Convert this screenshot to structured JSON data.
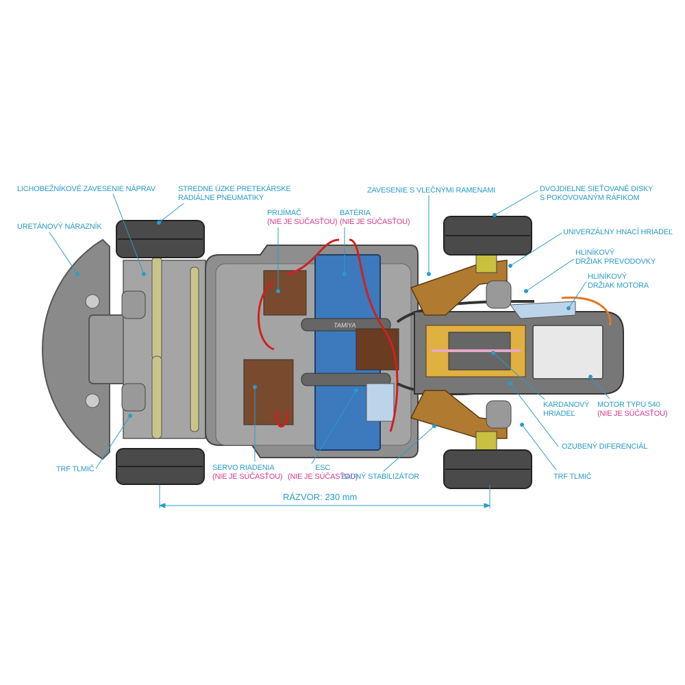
{
  "colors": {
    "label": "#2a9cc8",
    "not_included": "#d43a8c",
    "chassis": "#8e8e8e",
    "battery": "#3c79bd",
    "brown": "#b07a30"
  },
  "battery_logo": "TAMIYA",
  "labels": {
    "double_wishbone": "LICHOBEŽNÍKOVÉ ZAVESENIE NÁPRAV",
    "tires_1": "STREDNE ÚZKE PRETEKÁRSKE",
    "tires_2": "RADIÁLNE PNEUMATIKY",
    "bumper": "URETÁNOVÝ NÁRAZNÍK",
    "receiver": "PRIJÍMAČ",
    "battery": "BATÉRIA",
    "not_included": "(NIE JE SÚČASŤOU)",
    "trailing_arm": "ZAVESENIE S VLEČNÝMI RAMENAMI",
    "wheels_1": "DVOJDIELNE SIEŤOVANÉ DISKY",
    "wheels_2": "S POKOVOVANÝM RÁFIKOM",
    "driveshaft": "UNIVERZÁLNY HNACÍ HRIADEĽ",
    "gearbox_mount_1": "HLINÍKOVÝ",
    "gearbox_mount_2": "DRŽIAK PREVODOVKY",
    "motor_mount_1": "HLINÍKOVÝ",
    "motor_mount_2": "DRŽIAK MOTORA",
    "propshaft_1": "KARDANOVÝ",
    "propshaft_2": "HRIADEĽ",
    "motor": "MOTOR TYPU 540",
    "gear_diff": "OZUBENÝ DIFERENCIÁL",
    "damper": "TRF TLMIČ",
    "servo": "SERVO RIADENIA",
    "esc": "ESC",
    "stabilizer": "ZADNÝ STABILIZÁTOR",
    "wheelbase": "RÁZVOR: 230 mm"
  }
}
